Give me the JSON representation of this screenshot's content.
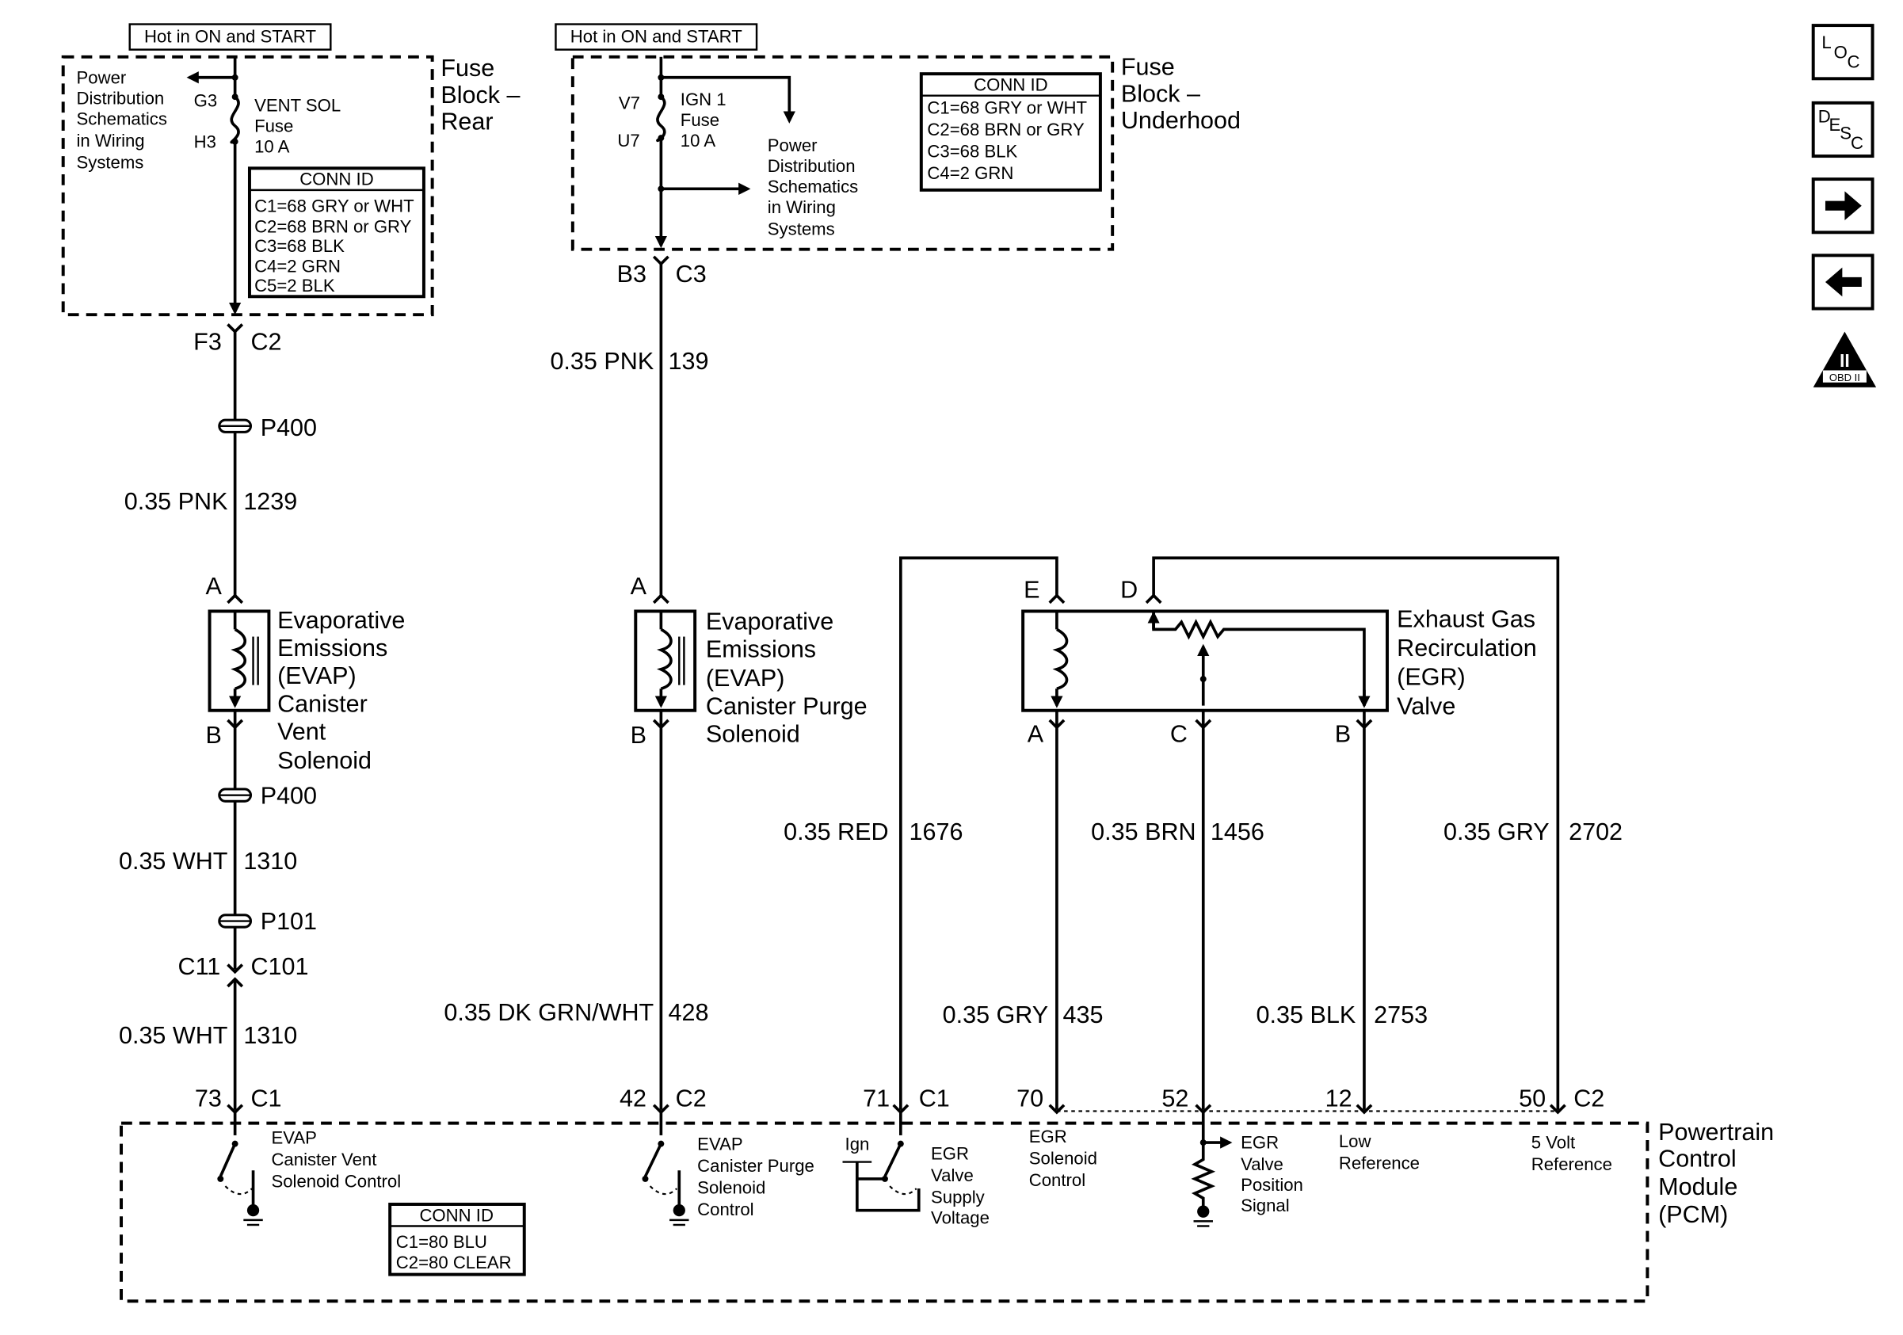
{
  "header": {
    "hot_left": "Hot in ON and START",
    "hot_mid": "Hot in ON and START"
  },
  "fuse_rear": {
    "title": [
      "Fuse",
      "Block –",
      "Rear"
    ],
    "power_dist": [
      "Power",
      "Distribution",
      "Schematics",
      "in Wiring",
      "Systems"
    ],
    "pin_top": "G3",
    "pin_bottom": "H3",
    "fuse_label": [
      "VENT SOL",
      "Fuse",
      "10 A"
    ],
    "conn": {
      "title": "CONN ID",
      "lines": [
        "C1=68 GRY or WHT",
        "C2=68 BRN or GRY",
        "C3=68 BLK",
        "C4=2 GRN",
        "C5=2 BLK"
      ]
    }
  },
  "fuse_under": {
    "title": [
      "Fuse",
      "Block –",
      "Underhood"
    ],
    "power_dist": [
      "Power",
      "Distribution",
      "Schematics",
      "in Wiring",
      "Systems"
    ],
    "pin_top": "V7",
    "pin_bottom": "U7",
    "fuse_label": [
      "IGN 1",
      "Fuse",
      "10 A"
    ],
    "conn": {
      "title": "CONN ID",
      "lines": [
        "C1=68 GRY or WHT",
        "C2=68 BRN or GRY",
        "C3=68 BLK",
        "C4=2 GRN"
      ]
    }
  },
  "vent_circuit": {
    "conn_top": [
      "F3",
      "C2"
    ],
    "splice1": "P400",
    "wire1": [
      "0.35 PNK",
      "1239"
    ],
    "pin_a": "A",
    "pin_b": "B",
    "component": [
      "Evaporative",
      "Emissions",
      "(EVAP)",
      "Canister",
      "Vent",
      "Solenoid"
    ],
    "splice2": "P400",
    "wire2": [
      "0.35 WHT",
      "1310"
    ],
    "splice3": "P101",
    "inline_conn": [
      "C11",
      "C101"
    ],
    "wire3": [
      "0.35 WHT",
      "1310"
    ],
    "pcm_pin": [
      "73",
      "C1"
    ]
  },
  "purge_circuit": {
    "conn_top": [
      "B3",
      "C3"
    ],
    "wire1": [
      "0.35 PNK",
      "139"
    ],
    "pin_a": "A",
    "pin_b": "B",
    "component": [
      "Evaporative",
      "Emissions",
      "(EVAP)",
      "Canister Purge",
      "Solenoid"
    ],
    "wire2": [
      "0.35 DK GRN/WHT",
      "428"
    ],
    "pcm_pin": [
      "42",
      "C2"
    ]
  },
  "egr": {
    "pin_e": "E",
    "pin_d": "D",
    "pin_a": "A",
    "pin_c": "C",
    "pin_b": "B",
    "component": [
      "Exhaust Gas",
      "Recirculation",
      "(EGR)",
      "Valve"
    ],
    "wire_red": [
      "0.35 RED",
      "1676"
    ],
    "wire_brn": [
      "0.35 BRN",
      "1456"
    ],
    "wire_gry_top": [
      "0.35 GRY",
      "2702"
    ],
    "wire_gry": [
      "0.35 GRY",
      "435"
    ],
    "wire_blk": [
      "0.35 BLK",
      "2753"
    ],
    "pcm_pins": [
      "71",
      "C1",
      "70",
      "52",
      "12",
      "50",
      "C2"
    ]
  },
  "pcm": {
    "title": [
      "Powertrain",
      "Control",
      "Module",
      "(PCM)"
    ],
    "vent_ctrl": [
      "EVAP",
      "Canister Vent",
      "Solenoid Control"
    ],
    "purge_ctrl": [
      "EVAP",
      "Canister Purge",
      "Solenoid",
      "Control"
    ],
    "ign": "Ign",
    "egr_supply": [
      "EGR",
      "Valve",
      "Supply",
      "Voltage"
    ],
    "egr_ctrl": [
      "EGR",
      "Solenoid",
      "Control"
    ],
    "egr_pos": [
      "EGR",
      "Valve",
      "Position",
      "Signal"
    ],
    "low_ref": [
      "Low",
      "Reference"
    ],
    "five_volt": [
      "5 Volt",
      "Reference"
    ],
    "conn": {
      "title": "CONN ID",
      "lines": [
        "C1=80 BLU",
        "C2=80 CLEAR"
      ]
    }
  },
  "nav": {
    "loc": [
      "L",
      "O",
      "C"
    ],
    "desc": [
      "D",
      "E",
      "S",
      "C"
    ],
    "obd": [
      "II",
      "OBD II"
    ]
  }
}
